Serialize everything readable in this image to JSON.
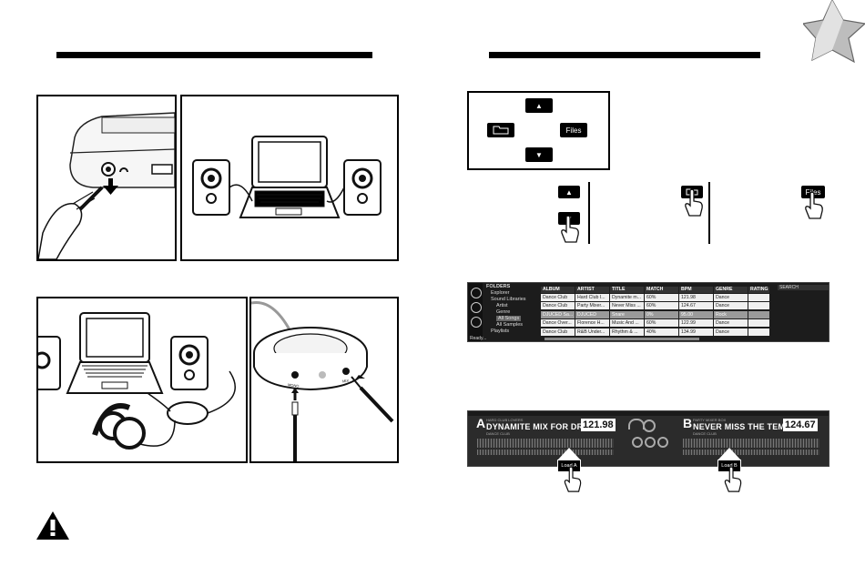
{
  "navigation_box": {
    "up_key": "▲",
    "down_key": "▼",
    "files_key": "Files"
  },
  "navigation_steps": {
    "step1_up_key": "▲",
    "step1_down_key": "▼",
    "step3_files_key": "Files"
  },
  "library": {
    "folders": [
      "FOLDERS",
      "Explorer",
      "Sound Libraries",
      "Artist",
      "Genre",
      "All Songs",
      "All Samples",
      "Playlists"
    ],
    "status": "Ready...",
    "search_label": "SEARCH",
    "columns": [
      "ALBUM",
      "ARTIST",
      "TITLE",
      "MATCH",
      "BPM",
      "GENRE",
      "RATING"
    ],
    "rows": [
      [
        "Dance Club",
        "Hard Club I...",
        "Dynamite m...",
        "60%",
        "121.98",
        "Dance",
        ""
      ],
      [
        "Dance Club",
        "Party Mixer...",
        "Never Miss ...",
        "60%",
        "124.67",
        "Dance",
        ""
      ],
      [
        "DJUCED Sa...",
        "DJUCED",
        "Snare",
        "0%",
        "95.00",
        "Rock",
        ""
      ],
      [
        "Dance Over...",
        "Florence H...",
        "Music And ...",
        "60%",
        "122.99",
        "Dance",
        ""
      ],
      [
        "Dance Club",
        "R&B Under...",
        "Rhythm & ...",
        "40%",
        "134.99",
        "Dance",
        ""
      ]
    ]
  },
  "decks": {
    "deck_a": {
      "letter": "A",
      "artist": "HARD CLUB LOVERS",
      "title": "DYNAMITE MIX FOR DRUMS A",
      "album": "DANCE CLUB",
      "bpm": "121.98",
      "load_label": "Load A"
    },
    "deck_b": {
      "letter": "B",
      "artist": "PARTY MIXER BOX",
      "title": "NEVER MISS THE TEMPO",
      "album": "DANCE CLUB",
      "bpm": "124.67",
      "load_label": "Load B"
    }
  },
  "splitter_labels": {
    "left_jack": "MONO",
    "right_jack": "MIX"
  },
  "icons": {
    "warning": "warning-icon",
    "corner": "star-icon"
  }
}
